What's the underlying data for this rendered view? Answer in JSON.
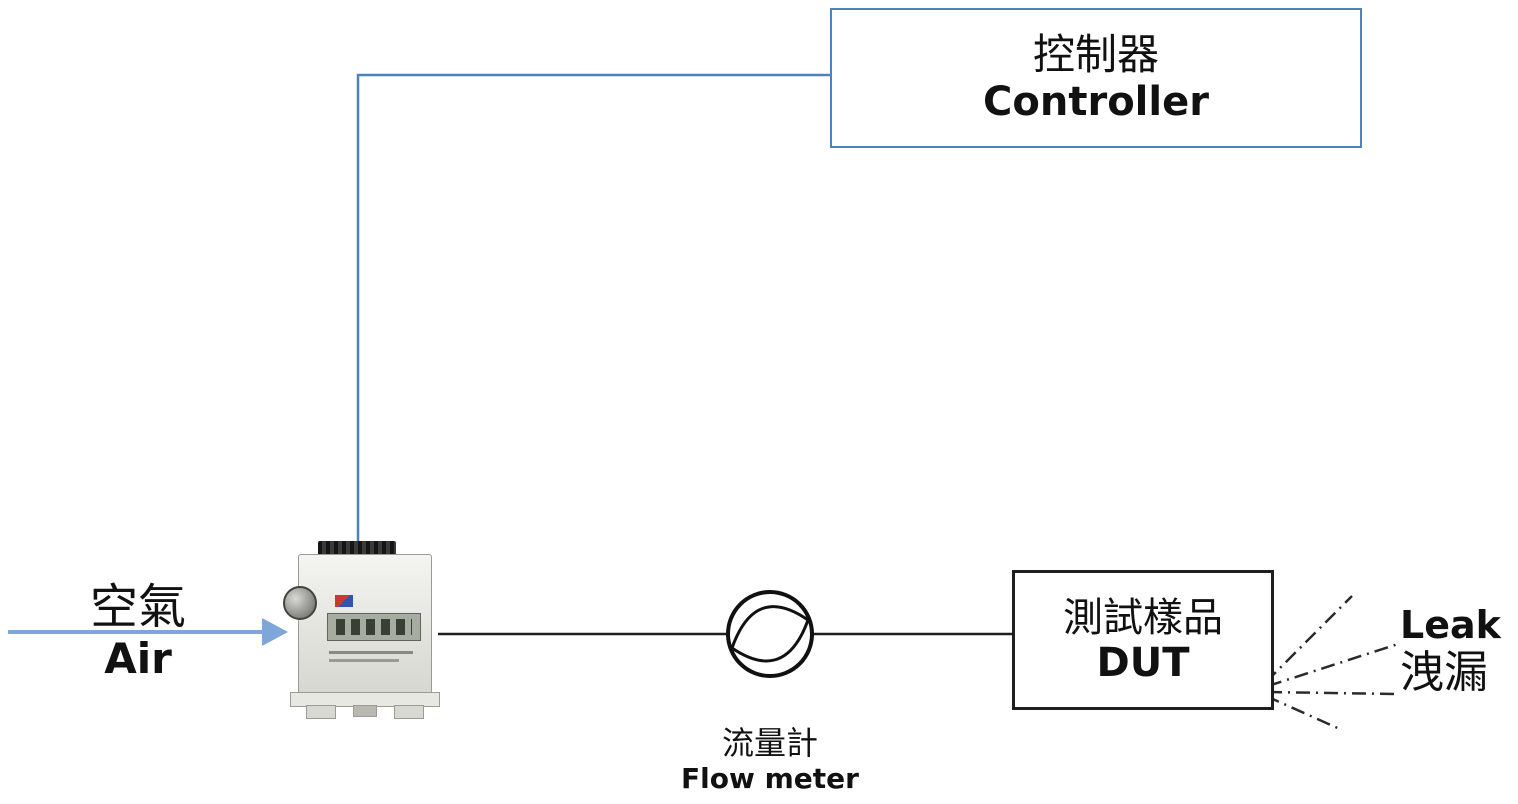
{
  "controller": {
    "label_zh": "控制器",
    "label_en": "Controller"
  },
  "air": {
    "label_zh": "空氣",
    "label_en": "Air"
  },
  "flow_meter": {
    "label_zh": "流量計",
    "label_en": "Flow meter"
  },
  "dut": {
    "label_zh": "測試樣品",
    "label_en": "DUT"
  },
  "leak": {
    "label_en": "Leak",
    "label_zh": "洩漏"
  },
  "icons": {
    "air_arrow": "right-arrow",
    "flow_meter_symbol": "circle-with-lens-arcs",
    "leak_rays": "dash-dot-radiating-lines",
    "device": "mass-flow-controller-photo"
  },
  "colors": {
    "controller_border": "#4f81bd",
    "signal_line": "#4f81bd",
    "air_arrow": "#7ea6d8",
    "pipe": "#1f1f1f",
    "leak_line": "#2b2b2b"
  }
}
